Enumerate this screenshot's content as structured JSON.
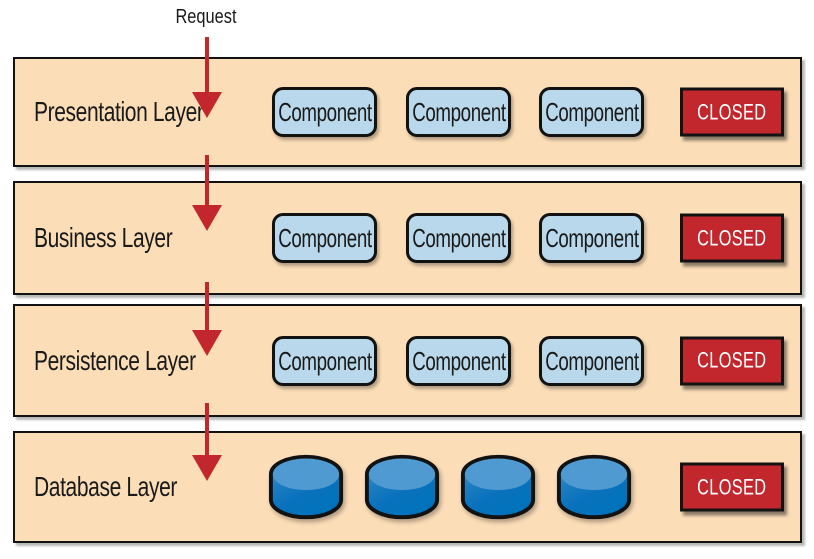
{
  "request": {
    "label": "Request"
  },
  "layers": [
    {
      "name": "Presentation Layer",
      "components": [
        "Component",
        "Component",
        "Component"
      ],
      "status": "CLOSED"
    },
    {
      "name": "Business Layer",
      "components": [
        "Component",
        "Component",
        "Component"
      ],
      "status": "CLOSED"
    },
    {
      "name": "Persistence Layer",
      "components": [
        "Component",
        "Component",
        "Component"
      ],
      "status": "CLOSED"
    },
    {
      "name": "Database Layer",
      "databases": [
        "database",
        "database",
        "database",
        "database"
      ],
      "status": "CLOSED"
    }
  ],
  "colors": {
    "layer_background": "#fbddb7",
    "layer_border": "#121212",
    "component_background": "#b9d8eb",
    "status_background": "#c1272d",
    "status_text": "#ffffff",
    "arrow": "#c1272d",
    "database_cap": "#4f9ad0",
    "database_body": "#0072bc"
  }
}
